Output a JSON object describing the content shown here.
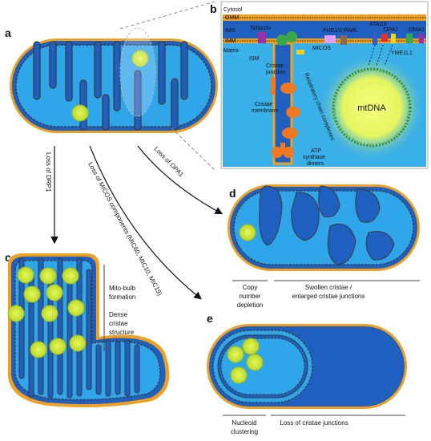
{
  "panels": {
    "a": "a",
    "b": "b",
    "c": "c",
    "d": "d",
    "e": "e"
  },
  "zoom_labels": {
    "cytosol": "Cytosol",
    "omm": "OMM",
    "ims": "IMS",
    "imm": "IMM",
    "matrix": "Matrix",
    "ism": "ISM",
    "tafazzin": "Tafazzin",
    "phb": "PHB1/2",
    "parl": "PARL",
    "atad3": "ATAD3",
    "opa1": "OPA1",
    "oma1": "OMA1",
    "yme": "YME1L1",
    "micos": "MICOS",
    "cristae_junction_1": "Cristae",
    "cristae_junction_2": "junction",
    "cristae_membrane_1": "Cristae",
    "cristae_membrane_2": "membrane",
    "resp": "Respiratory chain complexes",
    "atp1": "ATP",
    "atp2": "synthase",
    "atp3": "dimers",
    "mtdna": "mtDNA"
  },
  "arrows": {
    "drp1": "Loss of DRP1",
    "micos": "Loss of MICOS components (MIC60, MIC10, MIC19)",
    "opa1": "Loss of OPA1"
  },
  "panel_c": {
    "bulb1": "Mito-bulb",
    "bulb2": "formation",
    "dense1": "Dense",
    "dense2": "cristae",
    "dense3": "structure"
  },
  "panel_d": {
    "copy1": "Copy",
    "copy2": "number",
    "copy3": "depletion",
    "swollen1": "Swollen cristae /",
    "swollen2": "enlarged cristae junctions"
  },
  "panel_e": {
    "nuc1": "Nucleoid",
    "nuc2": "clustering",
    "loss": "Loss of cristae junctions"
  },
  "colors": {
    "outer": "#f0a020",
    "matrix_dark": "#1f5fbf",
    "matrix_light": "#2fa5ea",
    "nucleoid": "#d6ee3c",
    "zoom_bg": "#3ab0e8"
  }
}
